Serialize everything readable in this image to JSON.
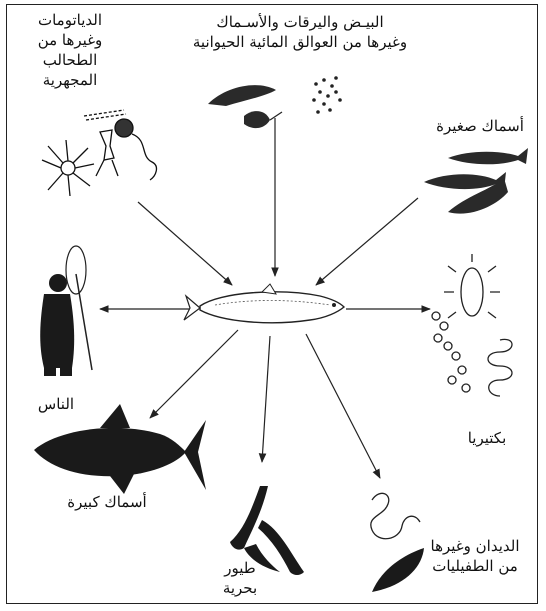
{
  "diagram": {
    "center": "sardine-fish",
    "labels": {
      "diatoms": "الدياتومات\nوغيرها من\nالطحالب\nالمجهرية",
      "eggs_larvae": "البيـض واليرقات والأسـماك\nوغيرها من العوالق المائية الحيوانية",
      "small_fish": "أسماك صغيرة",
      "people": "الناس",
      "bacteria": "بكتيريا",
      "large_fish": "أسماك كبيرة",
      "seabirds": "طيور\nبحرية",
      "worms": "الديدان وغيرها\nمن الطفيليات"
    },
    "inputs_to_fish": [
      "diatoms",
      "eggs_larvae",
      "small_fish"
    ],
    "outputs_from_fish": [
      "people",
      "bacteria",
      "large_fish",
      "seabirds",
      "worms"
    ]
  }
}
